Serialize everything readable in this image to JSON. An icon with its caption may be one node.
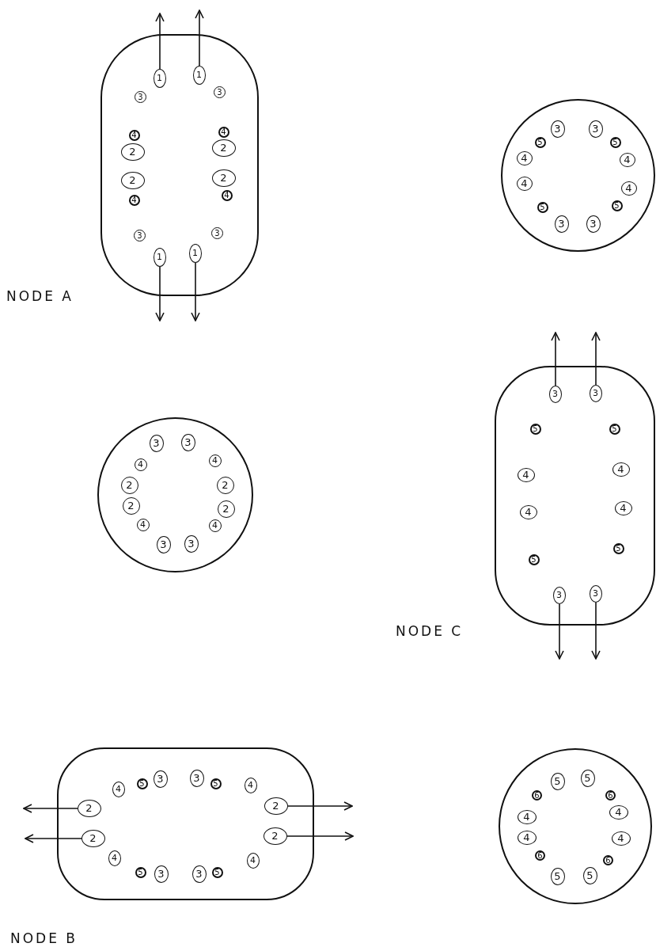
{
  "diagram": {
    "nodes": [
      {
        "text": [],
        "shape": "box",
        "beside": [
          "NODE A"
        ]
      },
      {
        "text": [
          "1"
        ],
        "in": 0
      },
      {
        "text": [
          "1"
        ],
        "in": 0
      },
      {
        "text": [
          "3"
        ],
        "in": 0
      },
      {
        "text": [
          "3"
        ],
        "in": 0
      },
      {
        "text": [
          "4"
        ],
        "in": 0
      },
      {
        "text": [
          "4"
        ],
        "in": 0
      },
      {
        "text": [
          "2"
        ],
        "in": 0
      },
      {
        "text": [
          "2"
        ],
        "in": 0
      },
      {
        "text": [
          "2"
        ],
        "in": 0
      },
      {
        "text": [
          "2"
        ],
        "in": 0
      },
      {
        "text": [
          "4"
        ],
        "in": 0
      },
      {
        "text": [
          "4"
        ],
        "in": 0
      },
      {
        "text": [
          "3"
        ],
        "in": 0
      },
      {
        "text": [
          "3"
        ],
        "in": 0
      },
      {
        "text": [
          "1"
        ],
        "in": 0
      },
      {
        "text": [
          "1"
        ],
        "in": 0
      },
      {
        "text": [],
        "shape": "circle"
      },
      {
        "text": [
          "3"
        ],
        "in": 17
      },
      {
        "text": [
          "3"
        ],
        "in": 17
      },
      {
        "text": [
          "5"
        ],
        "in": 17
      },
      {
        "text": [
          "5"
        ],
        "in": 17
      },
      {
        "text": [
          "4"
        ],
        "in": 17
      },
      {
        "text": [
          "4"
        ],
        "in": 17
      },
      {
        "text": [
          "4"
        ],
        "in": 17
      },
      {
        "text": [
          "4"
        ],
        "in": 17
      },
      {
        "text": [
          "5"
        ],
        "in": 17
      },
      {
        "text": [
          "5"
        ],
        "in": 17
      },
      {
        "text": [
          "3"
        ],
        "in": 17
      },
      {
        "text": [
          "3"
        ],
        "in": 17
      },
      {
        "text": [],
        "shape": "circle"
      },
      {
        "text": [
          "3"
        ],
        "in": 30
      },
      {
        "text": [
          "3"
        ],
        "in": 30
      },
      {
        "text": [
          "4"
        ],
        "in": 30
      },
      {
        "text": [
          "4"
        ],
        "in": 30
      },
      {
        "text": [
          "2"
        ],
        "in": 30
      },
      {
        "text": [
          "2"
        ],
        "in": 30
      },
      {
        "text": [
          "2"
        ],
        "in": 30
      },
      {
        "text": [
          "2"
        ],
        "in": 30
      },
      {
        "text": [
          "4"
        ],
        "in": 30
      },
      {
        "text": [
          "4"
        ],
        "in": 30
      },
      {
        "text": [
          "3"
        ],
        "in": 30
      },
      {
        "text": [
          "3"
        ],
        "in": 30
      },
      {
        "text": [],
        "shape": "box",
        "beside": [
          "NODE C"
        ]
      },
      {
        "text": [
          "3"
        ],
        "in": 43
      },
      {
        "text": [
          "3"
        ],
        "in": 43
      },
      {
        "text": [
          "5"
        ],
        "in": 43
      },
      {
        "text": [
          "5"
        ],
        "in": 43
      },
      {
        "text": [
          "4"
        ],
        "in": 43
      },
      {
        "text": [
          "4"
        ],
        "in": 43
      },
      {
        "text": [
          "4"
        ],
        "in": 43
      },
      {
        "text": [
          "4"
        ],
        "in": 43
      },
      {
        "text": [
          "5"
        ],
        "in": 43
      },
      {
        "text": [
          "5"
        ],
        "in": 43
      },
      {
        "text": [
          "3"
        ],
        "in": 43
      },
      {
        "text": [
          "3"
        ],
        "in": 43
      },
      {
        "text": [],
        "shape": "box",
        "beside": [
          "NODE B"
        ]
      },
      {
        "text": [
          "4"
        ],
        "in": 56
      },
      {
        "text": [
          "5"
        ],
        "in": 56
      },
      {
        "text": [
          "3"
        ],
        "in": 56
      },
      {
        "text": [
          "3"
        ],
        "in": 56
      },
      {
        "text": [
          "5"
        ],
        "in": 56
      },
      {
        "text": [
          "4"
        ],
        "in": 56
      },
      {
        "text": [
          "2"
        ],
        "in": 56
      },
      {
        "text": [
          "2"
        ],
        "in": 56
      },
      {
        "text": [
          "2"
        ],
        "in": 56
      },
      {
        "text": [
          "2"
        ],
        "in": 56
      },
      {
        "text": [
          "4"
        ],
        "in": 56
      },
      {
        "text": [
          "5"
        ],
        "in": 56
      },
      {
        "text": [
          "3"
        ],
        "in": 56
      },
      {
        "text": [
          "3"
        ],
        "in": 56
      },
      {
        "text": [
          "5"
        ],
        "in": 56
      },
      {
        "text": [
          "4"
        ],
        "in": 56
      },
      {
        "text": [],
        "shape": "circle"
      },
      {
        "text": [
          "5"
        ],
        "in": 73
      },
      {
        "text": [
          "5"
        ],
        "in": 73
      },
      {
        "text": [
          "6"
        ],
        "in": 73
      },
      {
        "text": [
          "6"
        ],
        "in": 73
      },
      {
        "text": [
          "4"
        ],
        "in": 73
      },
      {
        "text": [
          "4"
        ],
        "in": 73
      },
      {
        "text": [
          "4"
        ],
        "in": 73
      },
      {
        "text": [
          "4"
        ],
        "in": 73
      },
      {
        "text": [
          "6"
        ],
        "in": 73
      },
      {
        "text": [
          "6"
        ],
        "in": 73
      },
      {
        "text": [
          "5"
        ],
        "in": 73
      },
      {
        "text": [
          "5"
        ],
        "in": 73
      }
    ],
    "edges": [
      {
        "from": 1,
        "to": null,
        "arrow": "to"
      },
      {
        "from": 2,
        "to": null,
        "arrow": "to"
      },
      {
        "from": 15,
        "to": null,
        "arrow": "to"
      },
      {
        "from": 16,
        "to": null,
        "arrow": "to"
      },
      {
        "from": 44,
        "to": null,
        "arrow": "to"
      },
      {
        "from": 45,
        "to": null,
        "arrow": "to"
      },
      {
        "from": 54,
        "to": null,
        "arrow": "to"
      },
      {
        "from": 55,
        "to": null,
        "arrow": "to"
      },
      {
        "from": 63,
        "to": null,
        "arrow": "to"
      },
      {
        "from": 64,
        "to": null,
        "arrow": "to"
      },
      {
        "from": 65,
        "to": null,
        "arrow": "to"
      },
      {
        "from": 66,
        "to": null,
        "arrow": "to"
      }
    ]
  }
}
